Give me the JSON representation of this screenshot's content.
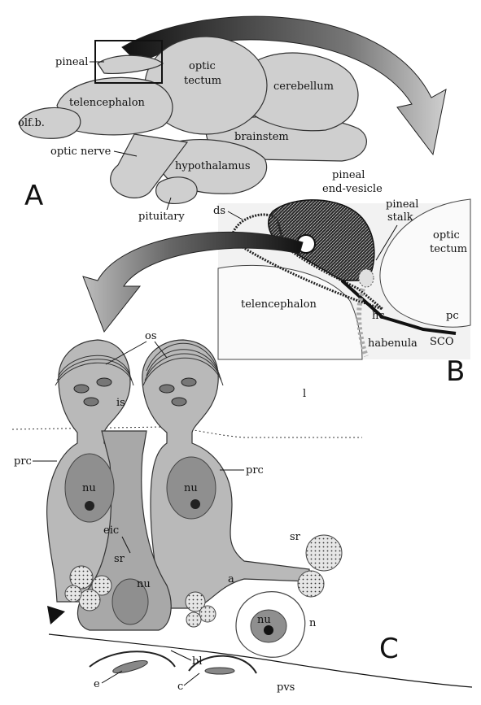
{
  "panels": {
    "a": "A",
    "b": "B",
    "c": "C"
  },
  "panel_a": {
    "pineal": "pineal",
    "optic_tectum_1": "optic",
    "optic_tectum_2": "tectum",
    "cerebellum": "cerebellum",
    "telencephalon": "telencephalon",
    "olfb": "olf.b.",
    "brainstem": "brainstem",
    "optic_nerve": "optic nerve",
    "hypothalamus": "hypothalamus",
    "pituitary": "pituitary"
  },
  "panel_b": {
    "pineal_end_vesicle_1": "pineal",
    "pineal_end_vesicle_2": "end-vesicle",
    "pineal_stalk_1": "pineal",
    "pineal_stalk_2": "stalk",
    "ds": "ds",
    "optic_tectum_1": "optic",
    "optic_tectum_2": "tectum",
    "telencephalon": "telencephalon",
    "hc": "hc",
    "pc": "pc",
    "habenula": "habenula",
    "sco": "SCO"
  },
  "panel_c": {
    "os": "os",
    "is": "is",
    "l": "l",
    "prc_left": "prc",
    "prc_right": "prc",
    "nu_1": "nu",
    "nu_2": "nu",
    "nu_3": "nu",
    "nu_4": "nu",
    "eic": "eic",
    "sr_1": "sr",
    "sr_2": "sr",
    "a": "a",
    "n": "n",
    "bl": "bl",
    "e": "e",
    "c": "c",
    "pvs": "pvs"
  }
}
